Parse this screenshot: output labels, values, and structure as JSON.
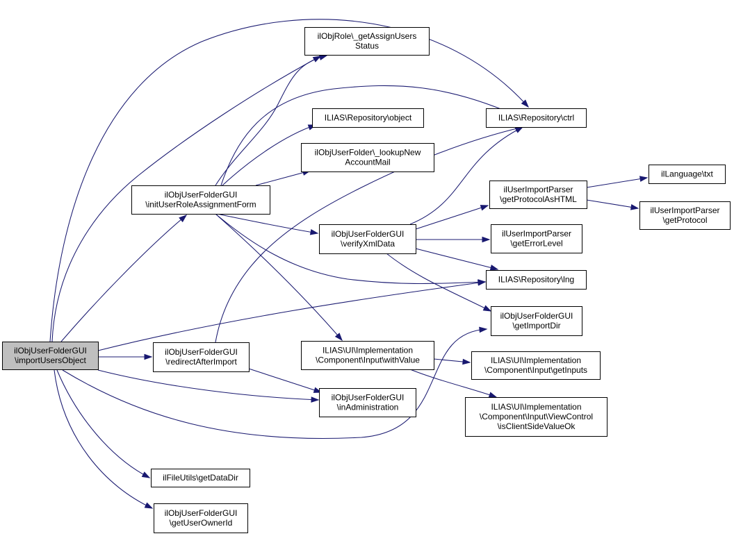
{
  "nodes": [
    {
      "id": "importUsersObject",
      "lines": [
        "ilObjUserFolderGUI",
        "\\importUsersObject"
      ]
    },
    {
      "id": "getAssignUsersStatus",
      "lines": [
        "ilObjRole\\_getAssignUsers",
        "Status"
      ]
    },
    {
      "id": "repoCtrl",
      "lines": [
        "ILIAS\\Repository\\ctrl"
      ]
    },
    {
      "id": "repoObject",
      "lines": [
        "ILIAS\\Repository\\object"
      ]
    },
    {
      "id": "lookupNewAccountMail",
      "lines": [
        "ilObjUserFolder\\_lookupNew",
        "AccountMail"
      ]
    },
    {
      "id": "initUserRoleAssignmentForm",
      "lines": [
        "ilObjUserFolderGUI",
        "\\initUserRoleAssignmentForm"
      ]
    },
    {
      "id": "languageTxt",
      "lines": [
        "ilLanguage\\txt"
      ]
    },
    {
      "id": "getProtocolAsHTML",
      "lines": [
        "ilUserImportParser",
        "\\getProtocolAsHTML"
      ]
    },
    {
      "id": "getProtocol",
      "lines": [
        "ilUserImportParser",
        "\\getProtocol"
      ]
    },
    {
      "id": "verifyXmlData",
      "lines": [
        "ilObjUserFolderGUI",
        "\\verifyXmlData"
      ]
    },
    {
      "id": "getErrorLevel",
      "lines": [
        "ilUserImportParser",
        "\\getErrorLevel"
      ]
    },
    {
      "id": "repoLng",
      "lines": [
        "ILIAS\\Repository\\lng"
      ]
    },
    {
      "id": "getImportDir",
      "lines": [
        "ilObjUserFolderGUI",
        "\\getImportDir"
      ]
    },
    {
      "id": "redirectAfterImport",
      "lines": [
        "ilObjUserFolderGUI",
        "\\redirectAfterImport"
      ]
    },
    {
      "id": "withValue",
      "lines": [
        "ILIAS\\UI\\Implementation",
        "\\Component\\Input\\withValue"
      ]
    },
    {
      "id": "getInputs",
      "lines": [
        "ILIAS\\UI\\Implementation",
        "\\Component\\Input\\getInputs"
      ]
    },
    {
      "id": "inAdministration",
      "lines": [
        "ilObjUserFolderGUI",
        "\\inAdministration"
      ]
    },
    {
      "id": "isClientSideValueOk",
      "lines": [
        "ILIAS\\UI\\Implementation",
        "\\Component\\Input\\ViewControl",
        "\\isClientSideValueOk"
      ]
    },
    {
      "id": "getDataDir",
      "lines": [
        "ilFileUtils\\getDataDir"
      ]
    },
    {
      "id": "getUserOwnerId",
      "lines": [
        "ilObjUserFolderGUI",
        "\\getUserOwnerId"
      ]
    }
  ],
  "edges": [
    {
      "from": "importUsersObject",
      "to": "getAssignUsersStatus"
    },
    {
      "from": "importUsersObject",
      "to": "repoCtrl"
    },
    {
      "from": "importUsersObject",
      "to": "initUserRoleAssignmentForm"
    },
    {
      "from": "importUsersObject",
      "to": "repoLng"
    },
    {
      "from": "importUsersObject",
      "to": "getImportDir"
    },
    {
      "from": "importUsersObject",
      "to": "redirectAfterImport"
    },
    {
      "from": "importUsersObject",
      "to": "inAdministration"
    },
    {
      "from": "importUsersObject",
      "to": "getDataDir"
    },
    {
      "from": "importUsersObject",
      "to": "getUserOwnerId"
    },
    {
      "from": "initUserRoleAssignmentForm",
      "to": "getAssignUsersStatus"
    },
    {
      "from": "initUserRoleAssignmentForm",
      "to": "repoCtrl"
    },
    {
      "from": "initUserRoleAssignmentForm",
      "to": "repoObject"
    },
    {
      "from": "initUserRoleAssignmentForm",
      "to": "lookupNewAccountMail"
    },
    {
      "from": "initUserRoleAssignmentForm",
      "to": "verifyXmlData"
    },
    {
      "from": "initUserRoleAssignmentForm",
      "to": "repoLng"
    },
    {
      "from": "initUserRoleAssignmentForm",
      "to": "withValue"
    },
    {
      "from": "verifyXmlData",
      "to": "repoCtrl"
    },
    {
      "from": "verifyXmlData",
      "to": "getProtocolAsHTML"
    },
    {
      "from": "verifyXmlData",
      "to": "getErrorLevel"
    },
    {
      "from": "verifyXmlData",
      "to": "repoLng"
    },
    {
      "from": "verifyXmlData",
      "to": "getImportDir"
    },
    {
      "from": "getProtocolAsHTML",
      "to": "languageTxt"
    },
    {
      "from": "getProtocolAsHTML",
      "to": "getProtocol"
    },
    {
      "from": "redirectAfterImport",
      "to": "repoCtrl"
    },
    {
      "from": "redirectAfterImport",
      "to": "inAdministration"
    },
    {
      "from": "withValue",
      "to": "getInputs"
    },
    {
      "from": "withValue",
      "to": "isClientSideValueOk"
    }
  ],
  "colors": {
    "edge": "#191970",
    "root_fill": "#bfbfbf",
    "node_fill": "#ffffff",
    "node_border": "#000000"
  }
}
